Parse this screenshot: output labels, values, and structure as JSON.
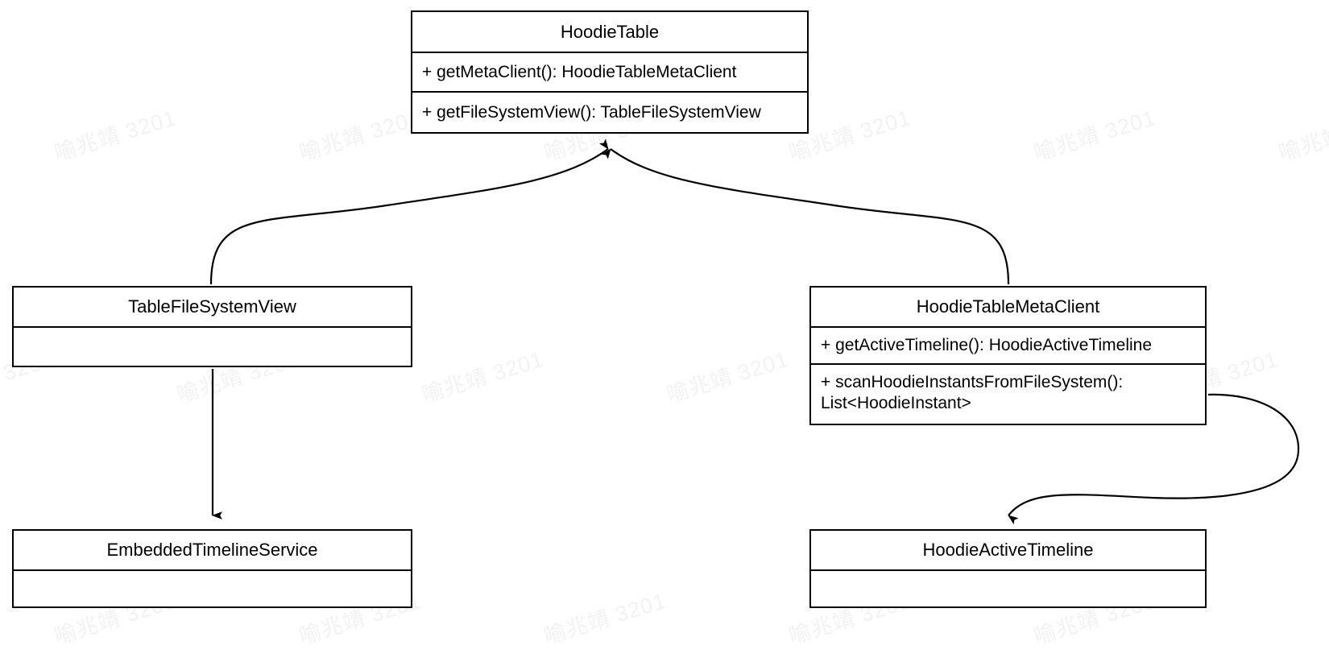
{
  "diagram": {
    "title": "HoodieTable class relationships",
    "type": "uml-class-diagram",
    "background_color": "#ffffff",
    "line_color": "#000000",
    "watermark": {
      "text": "喻兆靖 3201",
      "color": "#f2f2f2",
      "rotation_deg": -17
    }
  },
  "classes": {
    "hoodie_table": {
      "name": "HoodieTable",
      "methods": [
        "+ getMetaClient(): HoodieTableMetaClient",
        "+ getFileSystemView(): TableFileSystemView"
      ]
    },
    "table_file_system_view": {
      "name": "TableFileSystemView",
      "methods": [
        ""
      ]
    },
    "hoodie_table_meta_client": {
      "name": "HoodieTableMetaClient",
      "methods": [
        "+ getActiveTimeline(): HoodieActiveTimeline",
        "+ scanHoodieInstantsFromFileSystem():\nList<HoodieInstant>"
      ]
    },
    "embedded_timeline_service": {
      "name": "EmbeddedTimelineService",
      "methods": [
        ""
      ]
    },
    "hoodie_active_timeline": {
      "name": "HoodieActiveTimeline",
      "methods": [
        ""
      ]
    }
  },
  "edges": [
    {
      "id": "edge-tablefilesystemview-to-hoodietable",
      "from": "TableFileSystemView",
      "to": "HoodieTable",
      "style": "curved",
      "arrowhead": "filled-triangle-at-target"
    },
    {
      "id": "edge-hoodietablemetaclient-to-hoodietable",
      "from": "HoodieTableMetaClient",
      "to": "HoodieTable",
      "style": "curved",
      "arrowhead": "filled-triangle-at-target"
    },
    {
      "id": "edge-tablefilesystemview-to-embeddedtimelineservice",
      "from": "TableFileSystemView",
      "to": "EmbeddedTimelineService",
      "style": "straight",
      "arrowhead": "filled-triangle-at-target"
    },
    {
      "id": "edge-hoodietablemetaclient-to-hoodieactivetimeline",
      "from": "HoodieTableMetaClient",
      "to": "HoodieActiveTimeline",
      "style": "curved",
      "arrowhead": "filled-triangle-at-target"
    }
  ]
}
